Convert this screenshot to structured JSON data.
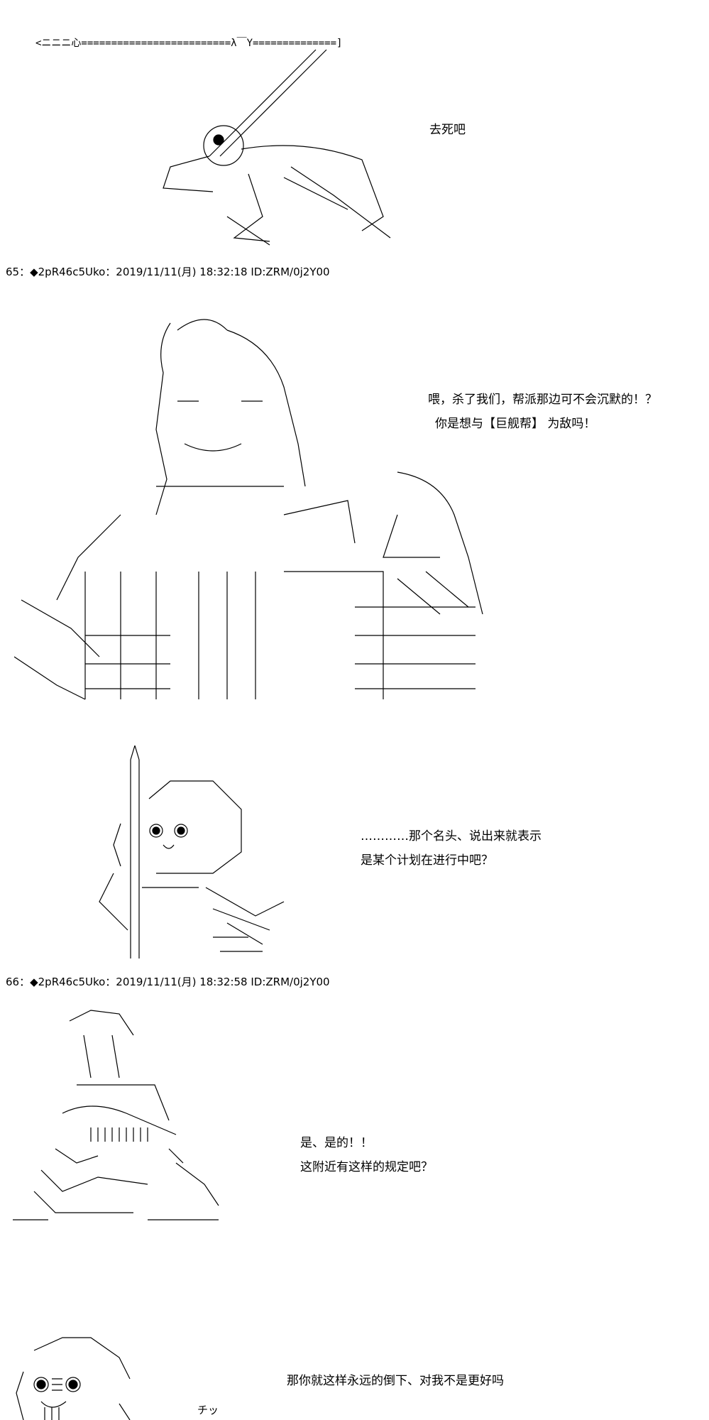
{
  "posts": [
    {
      "header": "65：◆2pR46c5Uko：2019/11/11(月) 18:32:18 ID:ZRM/0j2Y00"
    },
    {
      "header": "66：◆2pR46c5Uko：2019/11/11(月) 18:32:58 ID:ZRM/0j2Y00"
    }
  ],
  "dialogues": [
    [
      "去死吧"
    ],
    [
      "喂，杀了我们，帮派那边可不会沉默的！？",
      "你是想与【巨舰帮】 为敌吗！"
    ],
    [
      "…………那个名头、说出来就表示",
      "是某个计划在进行中吧？"
    ],
    [
      "是、是的！！",
      "这附近有这样的规定吧？"
    ],
    [
      "那你就这样永远的倒下、对我不是更好吗"
    ]
  ],
  "sfx": "チッ"
}
